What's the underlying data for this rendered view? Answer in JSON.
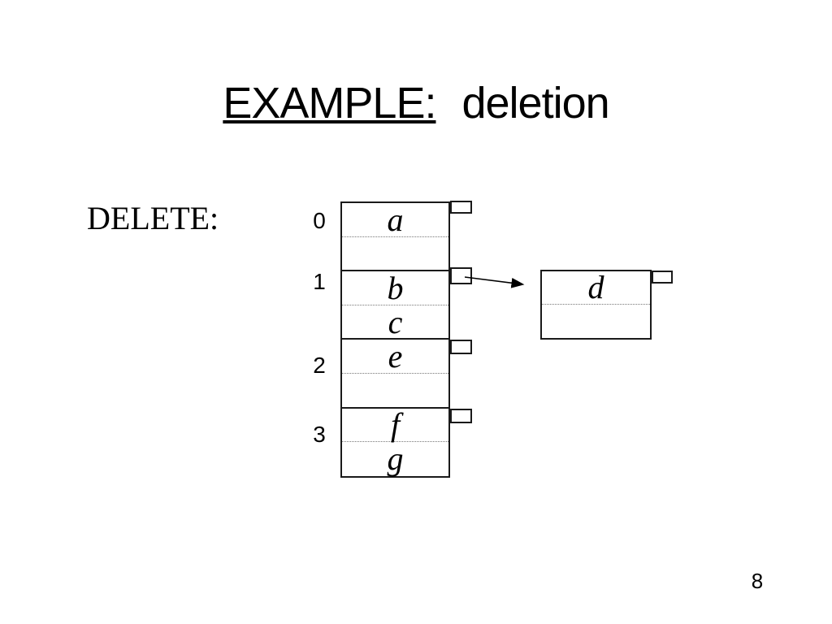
{
  "slide": {
    "title": {
      "underlined_part": "EXAMPLE:",
      "rest": "deletion"
    },
    "delete_label": "DELETE:",
    "page_number": "8"
  },
  "hash_table": {
    "buckets": [
      {
        "index": "0",
        "slots": [
          "a",
          ""
        ]
      },
      {
        "index": "1",
        "slots": [
          "b",
          "c"
        ]
      },
      {
        "index": "2",
        "slots": [
          "e",
          ""
        ]
      },
      {
        "index": "3",
        "slots": [
          "f",
          "g"
        ]
      }
    ]
  },
  "overflow_node": {
    "slots": [
      "d",
      ""
    ],
    "pointed_from": "bucket-1-pointer-tab"
  },
  "colors": {
    "background": "#ffffff",
    "stroke": "#1a1a1a",
    "dotted_divider": "#777777",
    "text": "#000000"
  }
}
